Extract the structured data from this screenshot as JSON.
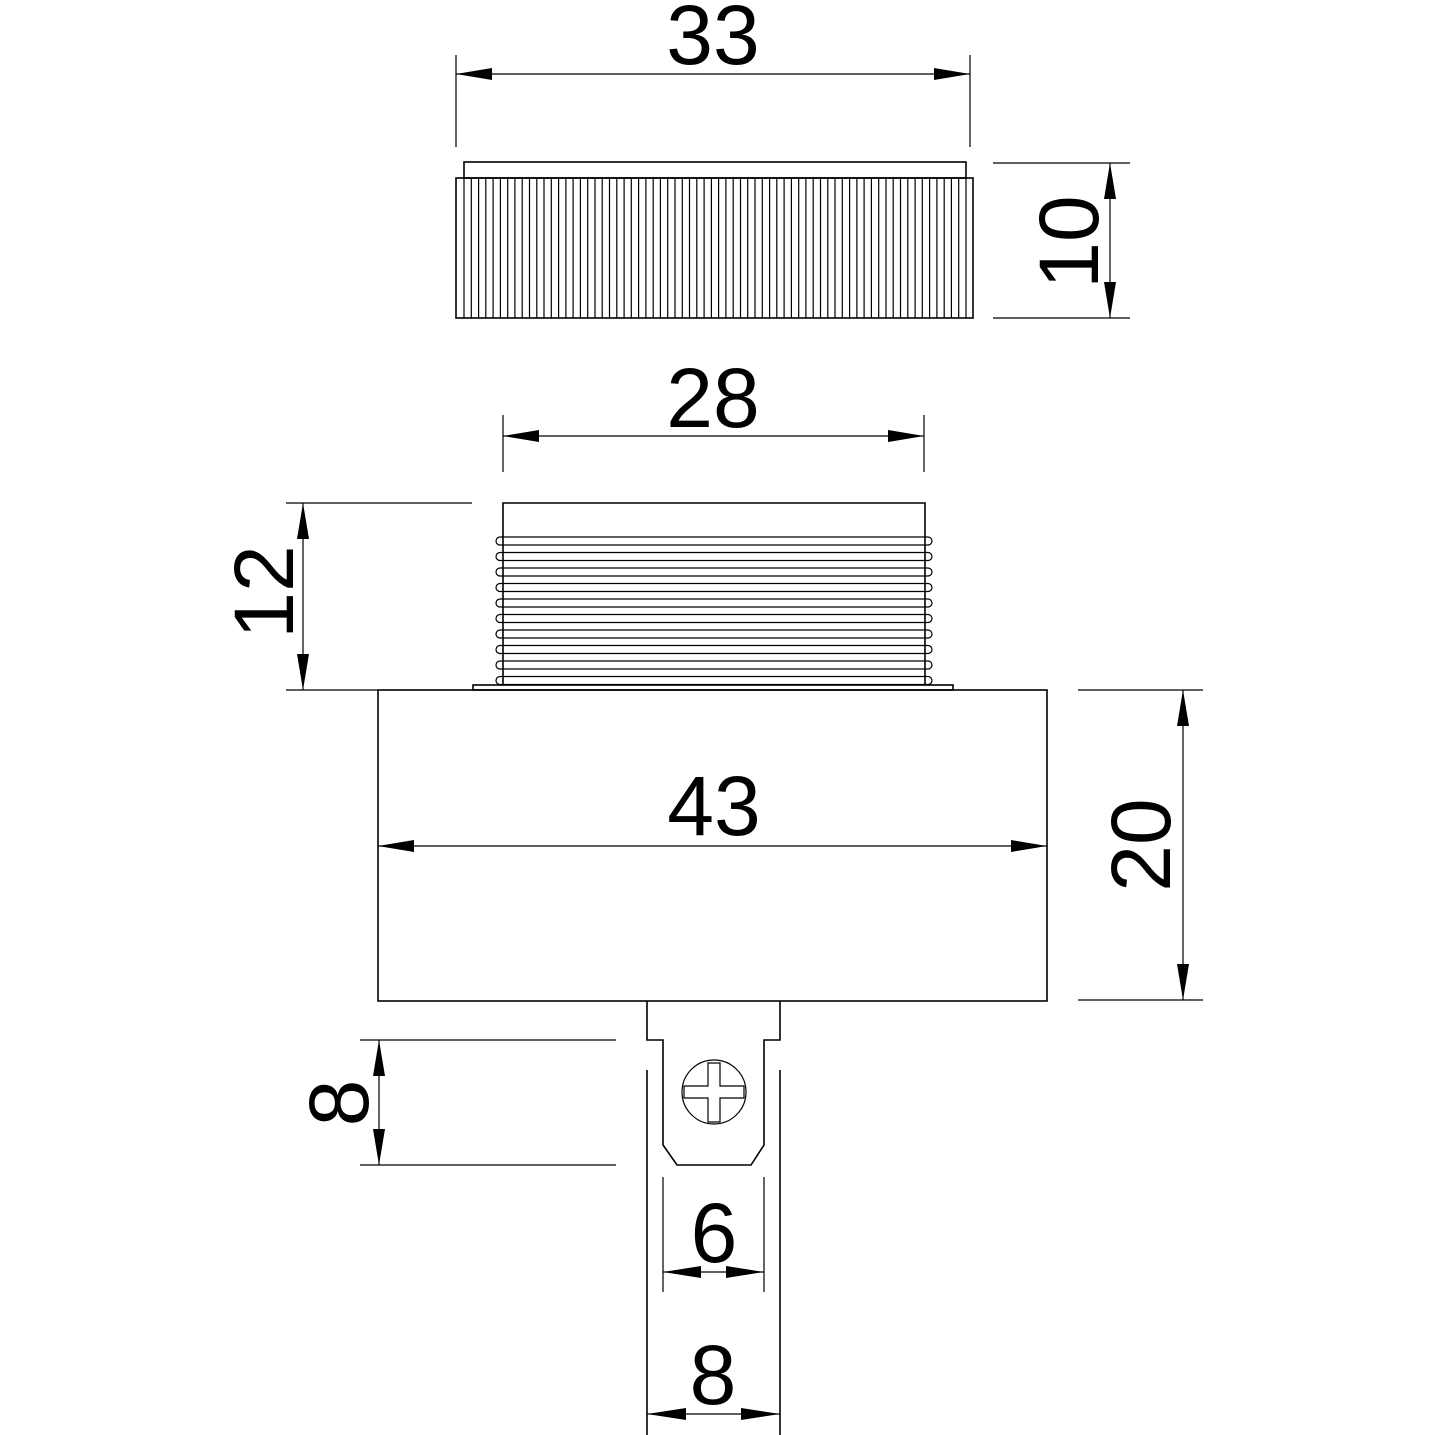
{
  "drawing": {
    "title": "Threaded pilot light / push button assembly – dimensioned drawing",
    "line_color": "#000000",
    "background": "#ffffff",
    "parts": [
      {
        "name": "knurled cap",
        "knurl_ridges": 70
      },
      {
        "name": "threaded neck",
        "thread_rings": 10
      },
      {
        "name": "body housing"
      },
      {
        "name": "screw terminal",
        "screw_head": "phillips-cross"
      }
    ],
    "dimensions": {
      "cap_width": {
        "value": "33",
        "orientation": "horizontal"
      },
      "cap_height": {
        "value": "10",
        "orientation": "vertical"
      },
      "thread_width": {
        "value": "28",
        "orientation": "horizontal"
      },
      "thread_height": {
        "value": "12",
        "orientation": "vertical"
      },
      "body_width": {
        "value": "43",
        "orientation": "horizontal"
      },
      "body_height": {
        "value": "20",
        "orientation": "vertical"
      },
      "terminal_slot_height": {
        "value": "8",
        "orientation": "vertical"
      },
      "terminal_inner_width": {
        "value": "6",
        "orientation": "horizontal"
      },
      "terminal_outer_width": {
        "value": "8",
        "orientation": "horizontal"
      }
    }
  }
}
